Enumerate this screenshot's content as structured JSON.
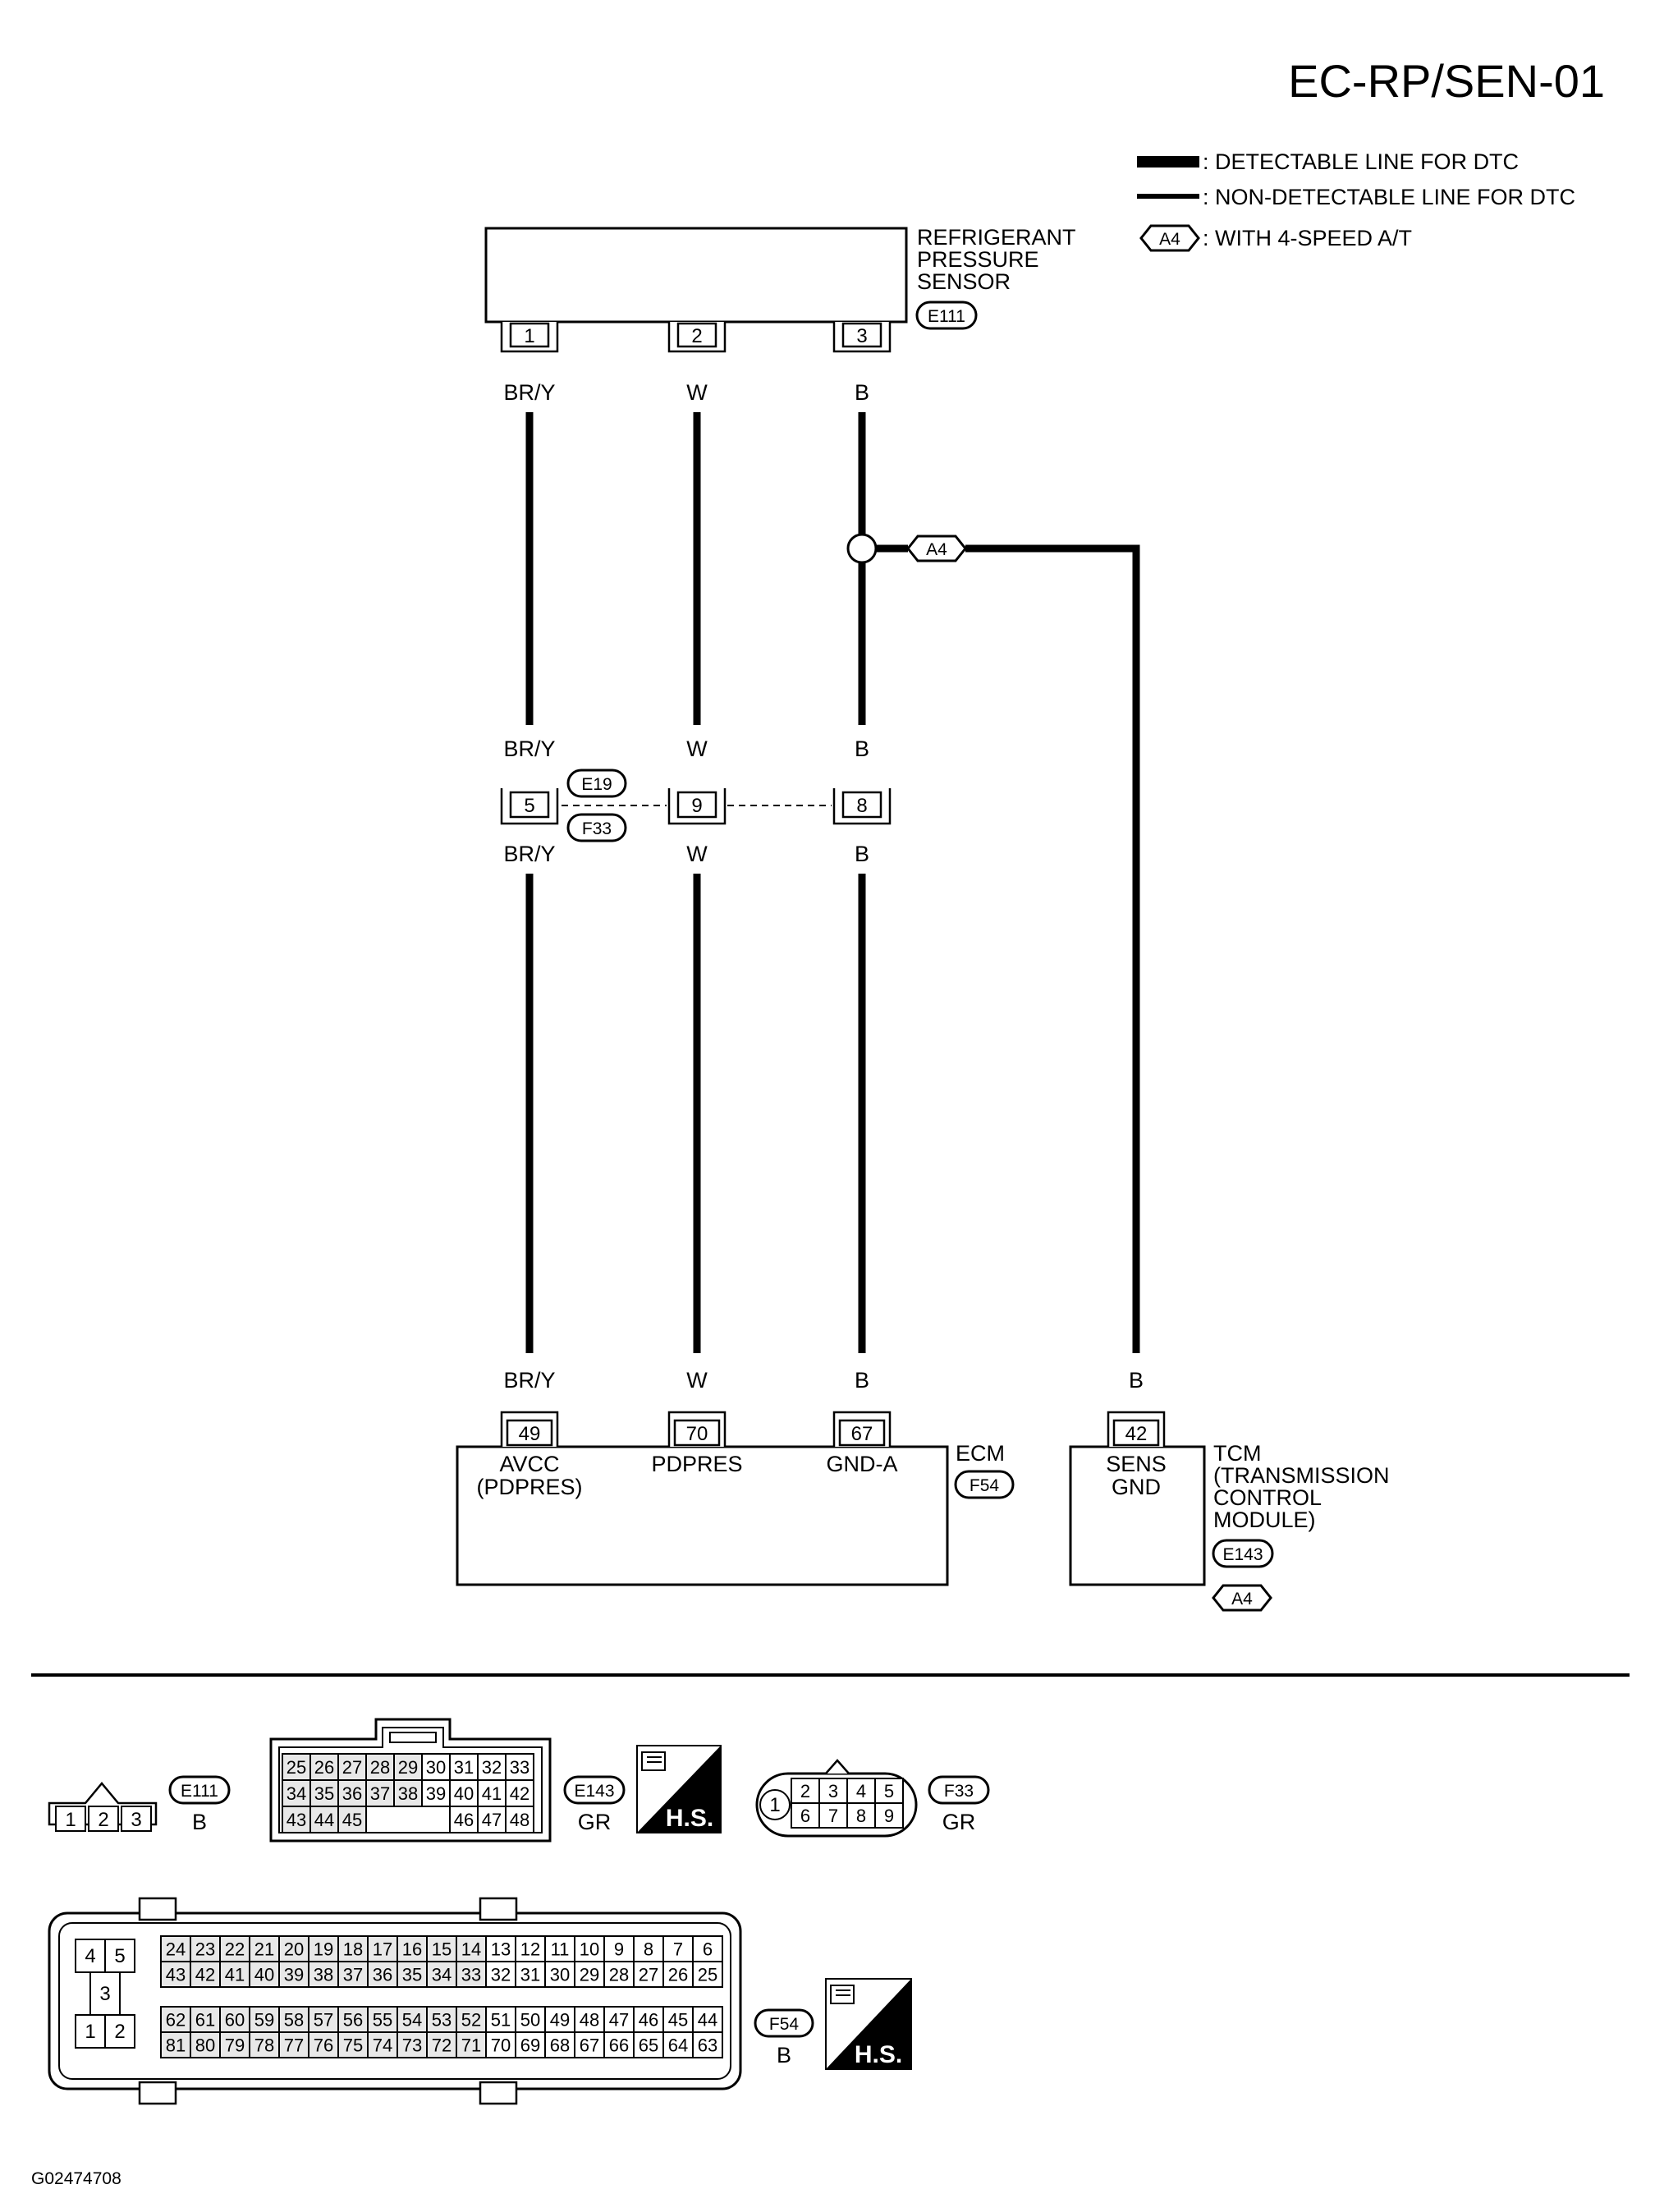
{
  "page_id": "EC-RP/SEN-01",
  "footer_code": "G02474708",
  "legend": {
    "detectable": ": DETECTABLE LINE FOR DTC",
    "non_detectable": ": NON-DETECTABLE LINE FOR DTC",
    "a4_tag": "A4",
    "a4_text": ": WITH 4-SPEED A/T"
  },
  "sensor": {
    "name_lines": [
      "REFRIGERANT",
      "PRESSURE",
      "SENSOR"
    ],
    "connector": "E111",
    "pins": [
      "1",
      "2",
      "3"
    ]
  },
  "wires": {
    "c1": "BR/Y",
    "c2": "W",
    "c3": "B",
    "c4": "B"
  },
  "junction_tag": "A4",
  "joint": {
    "connector_top": "E19",
    "connector_bottom": "F33",
    "pins": [
      "5",
      "9",
      "8"
    ]
  },
  "ecm": {
    "name": "ECM",
    "connector": "F54",
    "pins": [
      "49",
      "70",
      "67"
    ],
    "terms": [
      [
        "AVCC",
        "(PDPRES)"
      ],
      [
        "PDPRES"
      ],
      [
        "GND-A"
      ]
    ]
  },
  "tcm": {
    "name_lines": [
      "TCM",
      "(TRANSMISSION",
      "CONTROL",
      "MODULE)"
    ],
    "pin": "42",
    "term": [
      "SENS",
      "GND"
    ],
    "connector": "E143",
    "tag": "A4"
  },
  "connector_views": {
    "e111": {
      "id": "E111",
      "color": "B",
      "pins": [
        "1",
        "2",
        "3"
      ]
    },
    "e143": {
      "id": "E143",
      "color": "GR",
      "hs": "H.S.",
      "rows": [
        [
          "25",
          "26",
          "27",
          "28",
          "29",
          "30",
          "31",
          "32",
          "33"
        ],
        [
          "34",
          "35",
          "36",
          "37",
          "38",
          "39",
          "40",
          "41",
          "42"
        ],
        [
          "43",
          "44",
          "45",
          "46",
          "47",
          "48"
        ]
      ]
    },
    "f33": {
      "id": "F33",
      "color": "GR",
      "pins": [
        "1",
        "2",
        "3",
        "4",
        "5",
        "6",
        "7",
        "8",
        "9"
      ]
    },
    "f54": {
      "id": "F54",
      "color": "B",
      "hs": "H.S.",
      "left_pins": [
        "4",
        "5",
        "3",
        "1",
        "2"
      ],
      "rows": [
        [
          "24",
          "23",
          "22",
          "21",
          "20",
          "19",
          "18",
          "17",
          "16",
          "15",
          "14",
          "13",
          "12",
          "11",
          "10",
          "9",
          "8",
          "7",
          "6"
        ],
        [
          "43",
          "42",
          "41",
          "40",
          "39",
          "38",
          "37",
          "36",
          "35",
          "34",
          "33",
          "32",
          "31",
          "30",
          "29",
          "28",
          "27",
          "26",
          "25"
        ],
        [
          "62",
          "61",
          "60",
          "59",
          "58",
          "57",
          "56",
          "55",
          "54",
          "53",
          "52",
          "51",
          "50",
          "49",
          "48",
          "47",
          "46",
          "45",
          "44"
        ],
        [
          "81",
          "80",
          "79",
          "78",
          "77",
          "76",
          "75",
          "74",
          "73",
          "72",
          "71",
          "70",
          "69",
          "68",
          "67",
          "66",
          "65",
          "64",
          "63"
        ]
      ]
    }
  }
}
